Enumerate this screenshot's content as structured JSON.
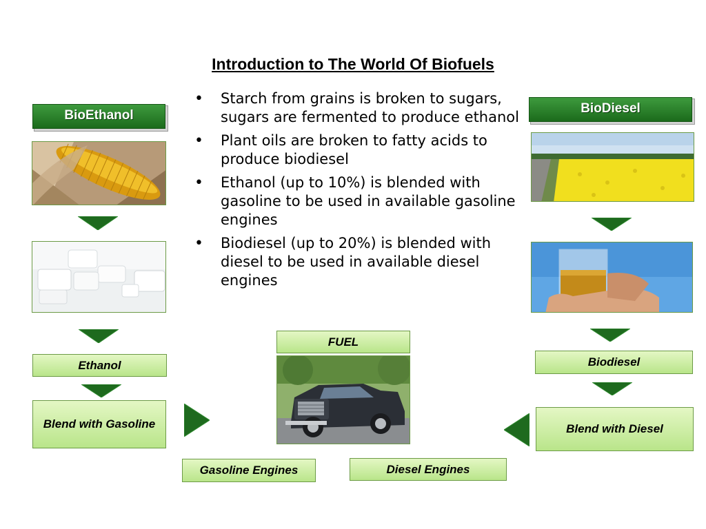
{
  "title": "Introduction to The World Of Biofuels",
  "bullets": [
    "Starch from grains is broken to sugars, sugars are fermented to produce ethanol",
    "Plant oils are broken to fatty acids to produce biodiesel",
    "Ethanol (up to 10%) is blended with gasoline to be used in available gasoline engines",
    "Biodiesel (up to 20%) is blended with diesel to be used in available diesel engines"
  ],
  "left": {
    "header": "BioEthanol",
    "label_ethanol": "Ethanol",
    "label_blend": "Blend with Gasoline",
    "label_engines": "Gasoline Engines"
  },
  "right": {
    "header": "BioDiesel",
    "label_biodiesel": "Biodiesel",
    "label_blend": "Blend with Diesel",
    "label_engines": "Diesel Engines"
  },
  "center": {
    "label_fuel": "FUEL"
  },
  "colors": {
    "header_green": "#1c6b1c",
    "arrow_green": "#1e6a1e",
    "label_green": "#b9e58a"
  }
}
